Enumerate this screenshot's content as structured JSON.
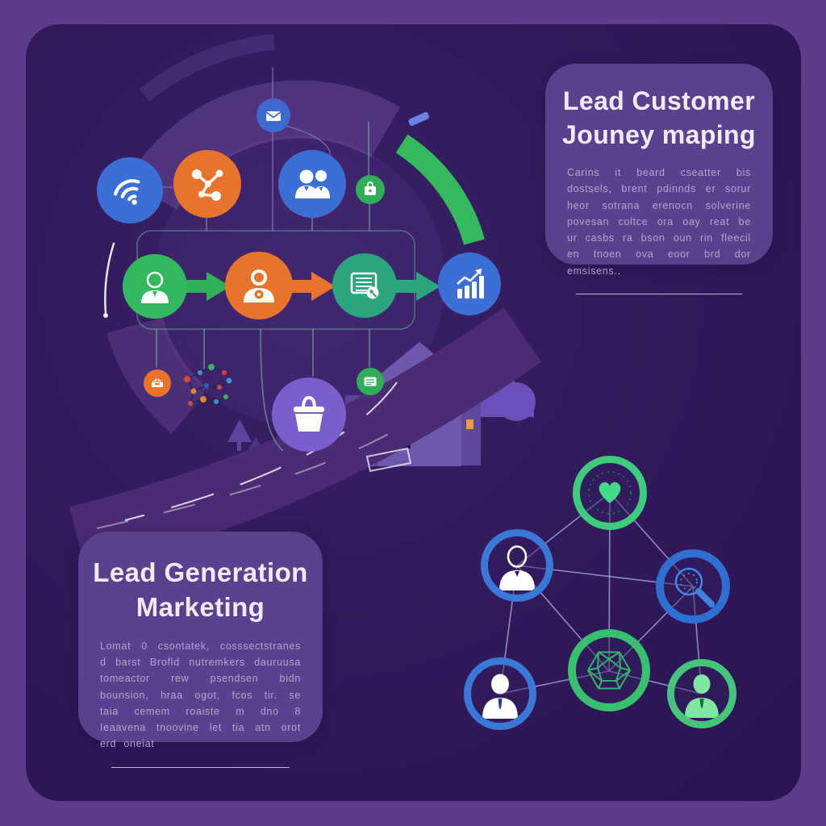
{
  "poster": {
    "theme": {
      "frame_color": "#5d3c8a",
      "panel_color": "#321a5c",
      "card_color": "#59418e",
      "accent_blue": "#3b6fd5",
      "accent_orange": "#e8732b",
      "accent_green": "#34b85f",
      "accent_teal": "#2aa57d",
      "accent_purple": "#7a5ecb"
    },
    "cards": {
      "journey": {
        "title_line1": "Lead Customer",
        "title_line2": "Jouney maping",
        "body": "Carins it beard cseatter bis dostsels, brent pdinnds er sorur heor sotrana erenocn solverine povesan coltce ora oay reat be ur casbs ra bson oun rin fleecil en tnoen ova eoor brd dor emsisens.."
      },
      "generation": {
        "title_line1": "Lead Generation",
        "title_line2": "Marketing",
        "body": "Lomat 0 csontatek, cosssectstranes d barst Brofld nutremkers dauruusa tomeactor rew psendsen bidn bounsion, hraa ogot, fcos tir. se taia cemem roaiste m dno 8 Ieaavena tnoovine let tia atn orot erd oneiat"
      }
    },
    "journey_cluster": {
      "top_row_icons": [
        "wifi-signal",
        "share-network",
        "email-inbox",
        "team-users",
        "secure-vault"
      ],
      "flow_stage_icons": [
        "lead-person",
        "customer-support",
        "proposal-document",
        "growth-chart"
      ],
      "bottom_icons": [
        "parcel-box",
        "molecule-graph",
        "market-basket",
        "receipt-card"
      ],
      "scene_elements": [
        "city-skyline",
        "cloud",
        "pine-trees",
        "mountains",
        "orbit-ring",
        "progress-arc",
        "swoosh-band"
      ]
    },
    "network_map": {
      "nodes": [
        {
          "id": "loyalty-heart",
          "ring": "green"
        },
        {
          "id": "lead-profile",
          "ring": "blue"
        },
        {
          "id": "market-search",
          "ring": "blue"
        },
        {
          "id": "connection-web",
          "ring": "green"
        },
        {
          "id": "prospect-person",
          "ring": "blue"
        },
        {
          "id": "customer-person",
          "ring": "green"
        }
      ]
    }
  }
}
